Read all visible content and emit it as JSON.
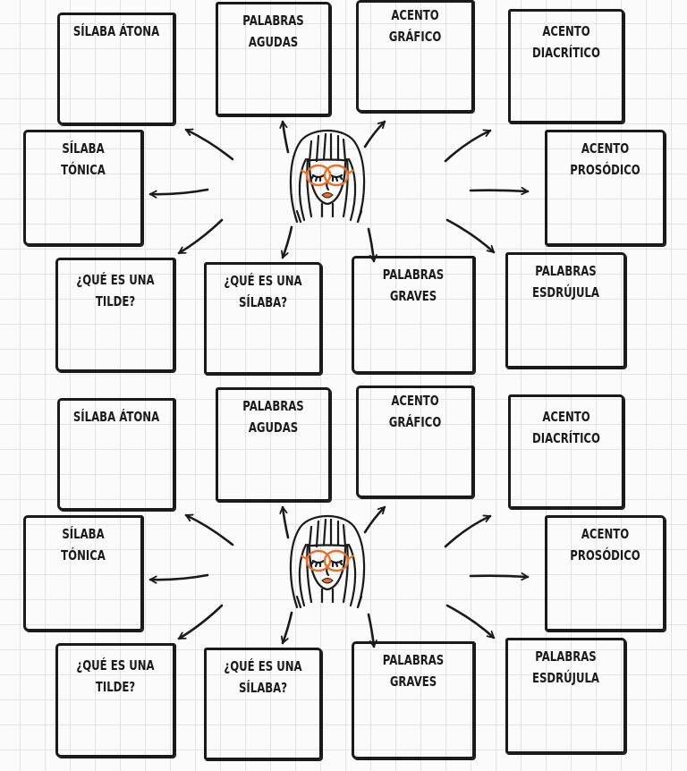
{
  "colors": {
    "ink": "#1a1a1a",
    "accent": "#e8702a",
    "paper": "#fbfbfb",
    "grid": "#e2e2e2"
  },
  "center_icon": "woman-with-glasses-icon",
  "panels": [
    {
      "boxes": {
        "silaba_atona": "SÍLABA ÁTONA",
        "palabras_agudas": "PALABRAS\nAGUDAS",
        "acento_grafico": "ACENTO GRÁFICO",
        "acento_diacritico": "ACENTO\nDIACRÍTICO",
        "silaba_tonica": "SÍLABA TÓNICA",
        "acento_prosodico": "ACENTO\nPROSÓDICO",
        "que_es_tilde": "¿QUÉ ES UNA\nTILDE?",
        "que_es_silaba": "¿QUÉ ES UNA\nSÍLABA?",
        "palabras_graves": "PALABRAS\nGRAVES",
        "palabras_esdrujula": "PALABRAS\nESDRÚJULA"
      }
    },
    {
      "boxes": {
        "silaba_atona": "SÍLABA ÁTONA",
        "palabras_agudas": "PALABRAS\nAGUDAS",
        "acento_grafico": "ACENTO GRÁFICO",
        "acento_diacritico": "ACENTO\nDIACRÍTICO",
        "silaba_tonica": "SÍLABA TÓNICA",
        "acento_prosodico": "ACENTO\nPROSÓDICO",
        "que_es_tilde": "¿QUÉ ES UNA\nTILDE?",
        "que_es_silaba": "¿QUÉ ES UNA\nSÍLABA?",
        "palabras_graves": "PALABRAS\nGRAVES",
        "palabras_esdrujula": "PALABRAS\nESDRÚJULA"
      }
    }
  ]
}
